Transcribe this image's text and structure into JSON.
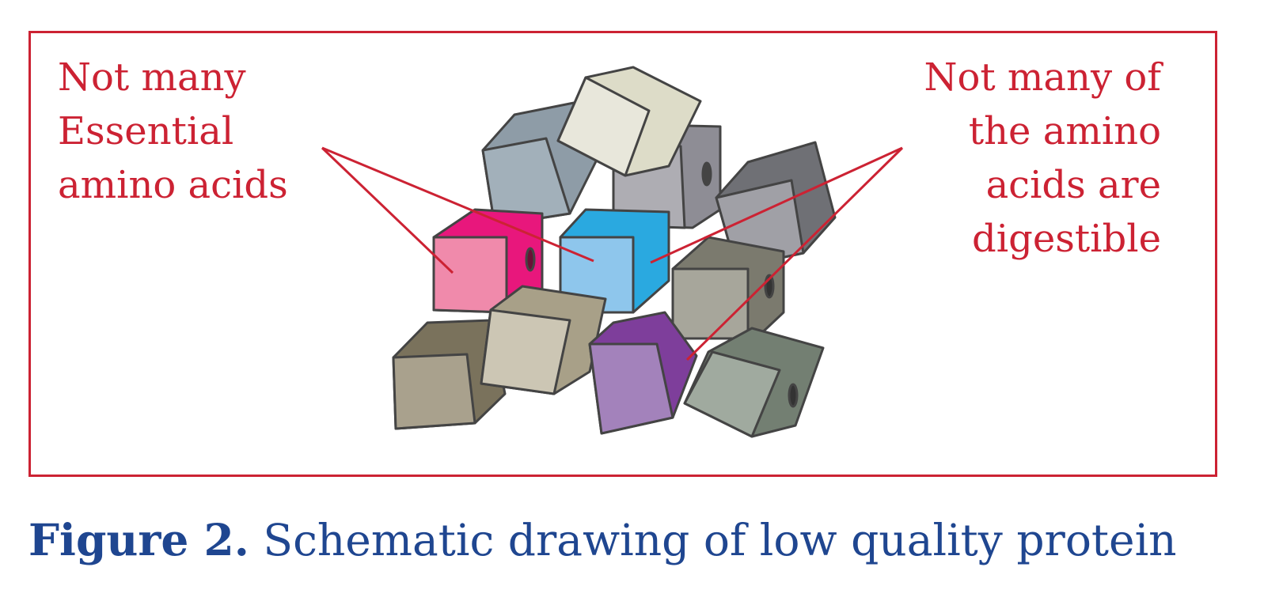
{
  "left_label": {
    "lines": [
      "Not many",
      "Essential",
      "amino acids"
    ]
  },
  "right_label": {
    "lines": [
      "Not many of",
      "the amino",
      "acids are",
      "digestible"
    ]
  },
  "caption": {
    "number": "Figure 2.",
    "text": "Schematic drawing of low quality protein"
  },
  "colors": {
    "frame": "#cc2233",
    "label_text": "#cc2233",
    "caption_text": "#1f4690",
    "blocks": [
      "pink",
      "blue",
      "purple",
      "steel-grey",
      "cream",
      "taupe",
      "grey",
      "olive-grey"
    ]
  }
}
